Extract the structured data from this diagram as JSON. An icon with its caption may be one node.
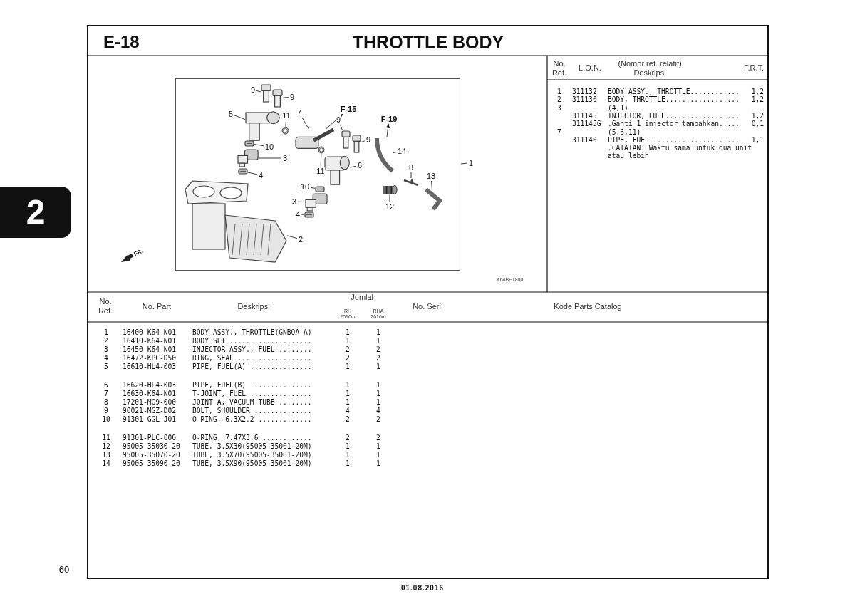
{
  "diagram": {
    "title": "THROTTLE BODY",
    "nodes": [
      {
        "text": [],
        "shape": "box"
      },
      {
        "text": [
          "9"
        ],
        "in": 0
      },
      {
        "text": [
          "9"
        ],
        "in": 0
      },
      {
        "text": [
          "5"
        ],
        "in": 0
      },
      {
        "text": [
          "11"
        ],
        "in": 0
      },
      {
        "text": [
          "7"
        ],
        "in": 0
      },
      {
        "text": [
          "10"
        ],
        "in": 0
      },
      {
        "text": [
          "3"
        ],
        "in": 0
      },
      {
        "text": [
          "4"
        ],
        "in": 0
      },
      {
        "text": [
          "F-15"
        ],
        "in": 0
      },
      {
        "text": [
          "F-19"
        ],
        "in": 0
      },
      {
        "text": [
          "9"
        ],
        "in": 0
      },
      {
        "text": [
          "9"
        ],
        "in": 0
      },
      {
        "text": [
          "14"
        ],
        "in": 0
      },
      {
        "text": [
          "11"
        ],
        "in": 0
      },
      {
        "text": [
          "6"
        ],
        "in": 0
      },
      {
        "text": [
          "8"
        ],
        "in": 0
      },
      {
        "text": [
          "13"
        ],
        "in": 0
      },
      {
        "text": [
          "1"
        ]
      },
      {
        "text": [
          "10"
        ],
        "in": 0
      },
      {
        "text": [
          "3"
        ],
        "in": 0
      },
      {
        "text": [
          "4"
        ],
        "in": 0
      },
      {
        "text": [
          "12"
        ],
        "in": 0
      },
      {
        "text": [
          "2"
        ],
        "in": 0
      },
      {
        "text": [],
        "shape": "picture",
        "in": 0
      },
      {
        "text": [],
        "shape": "picture",
        "in": 0
      },
      {
        "text": [],
        "shape": "picture",
        "in": 0
      },
      {
        "text": [],
        "shape": "picture",
        "in": 0
      },
      {
        "text": [],
        "shape": "picture",
        "in": 0
      },
      {
        "text": [],
        "shape": "picture",
        "in": 0
      },
      {
        "text": [],
        "shape": "picture",
        "in": 0
      },
      {
        "text": [],
        "shape": "picture",
        "in": 0
      },
      {
        "text": [],
        "shape": "picture",
        "in": 0
      },
      {
        "text": [],
        "shape": "picture",
        "in": 0
      },
      {
        "text": [],
        "shape": "picture",
        "in": 0
      },
      {
        "text": [],
        "shape": "picture",
        "in": 0
      },
      {
        "text": [],
        "shape": "picture",
        "in": 0
      },
      {
        "text": [],
        "shape": "picture",
        "in": 0
      },
      {
        "text": [],
        "shape": "picture",
        "in": 0
      },
      {
        "text": [],
        "shape": "picture",
        "in": 0
      },
      {
        "text": [],
        "shape": "picture",
        "in": 0
      },
      {
        "text": [],
        "shape": "picture",
        "in": 0
      },
      {
        "text": [],
        "shape": "picture",
        "in": 0
      },
      {
        "text": [],
        "shape": "picture",
        "in": 0
      }
    ],
    "edges": [
      {
        "from": 1,
        "to": 24,
        "arrow": "none"
      },
      {
        "from": 2,
        "to": 25,
        "arrow": "none"
      },
      {
        "from": 3,
        "to": 26,
        "arrow": "none"
      },
      {
        "from": 4,
        "to": 27,
        "arrow": "none"
      },
      {
        "from": 5,
        "to": 28,
        "arrow": "none"
      },
      {
        "from": 6,
        "to": 38,
        "arrow": "none"
      },
      {
        "from": 7,
        "to": 37,
        "arrow": "none"
      },
      {
        "from": 8,
        "to": 39,
        "arrow": "none"
      },
      {
        "from": 28,
        "to": 9,
        "arrow": "to"
      },
      {
        "from": 33,
        "to": 10,
        "arrow": "to"
      },
      {
        "from": 11,
        "to": 29,
        "arrow": "none"
      },
      {
        "from": 12,
        "to": 30,
        "arrow": "none"
      },
      {
        "from": 13,
        "to": 33,
        "arrow": "none"
      },
      {
        "from": 14,
        "to": 32,
        "arrow": "none"
      },
      {
        "from": 15,
        "to": 31,
        "arrow": "none"
      },
      {
        "from": 16,
        "to": 34,
        "arrow": "none"
      },
      {
        "from": 17,
        "to": 35,
        "arrow": "none"
      },
      {
        "from": 18,
        "to": 0,
        "arrow": "none"
      },
      {
        "from": 19,
        "to": 41,
        "arrow": "none"
      },
      {
        "from": 20,
        "to": 40,
        "arrow": "none"
      },
      {
        "from": 21,
        "to": 42,
        "arrow": "none"
      },
      {
        "from": 22,
        "to": 36,
        "arrow": "none"
      },
      {
        "from": 23,
        "to": 43,
        "arrow": "none"
      }
    ],
    "labels": [
      "E-18",
      "2",
      "FR.",
      "K64BE1800",
      "No. Ref.",
      "L.O.N.",
      "(Nomor ref. relatif) Deskripsi",
      "F.R.T.",
      "1",
      "311132",
      "BODY ASSY., THROTTLE............",
      "1,2",
      "2",
      "311130",
      "BODY, THROTTLE..................",
      "1,2",
      "3",
      "(4,1)",
      "311145",
      "INJECTOR, FUEL..................",
      "1,2",
      "311145G",
      ".Ganti 1 injector tambahkan.....",
      "0,1",
      "7",
      "(5,6,11)",
      "311140",
      "PIPE, FUEL......................",
      "1,1",
      ".CATATAN: Waktu sama untuk dua unit atau lebih",
      "No. Ref.",
      "No. Part",
      "Deskripsi",
      "Jumlah",
      "RH 2016m",
      "RHA 2016m",
      "No. Seri",
      "Kode Parts Catalog",
      "1",
      "16400-K64-N01",
      "BODY ASSY., THROTTLE(GNBOA A)",
      "1",
      "1",
      "2",
      "16410-K64-N01",
      "BODY SET ....................",
      "1",
      "1",
      "3",
      "16450-K64-N01",
      "INJECTOR ASSY., FUEL ........",
      "2",
      "2",
      "4",
      "16472-KPC-D50",
      "RING, SEAL ..................",
      "2",
      "2",
      "5",
      "16610-HL4-003",
      "PIPE, FUEL(A) ...............",
      "1",
      "1",
      "6",
      "16620-HL4-003",
      "PIPE, FUEL(B) ...............",
      "1",
      "1",
      "7",
      "16630-K64-N01",
      "T-JOINT, FUEL ...............",
      "1",
      "1",
      "8",
      "17201-MG9-000",
      "JOINT A, VACUUM TUBE ........",
      "1",
      "1",
      "9",
      "90021-MGZ-D02",
      "BOLT, SHOULDER ..............",
      "4",
      "4",
      "10",
      "91301-GGL-J01",
      "O-RING, 6.3X2.2 .............",
      "2",
      "2",
      "11",
      "91301-PLC-000",
      "O-RING, 7.47X3.6 ............",
      "2",
      "2",
      "12",
      "95005-35030-20",
      "TUBE, 3.5X30(95005-35001-20M)",
      "1",
      "1",
      "13",
      "95005-35070-20",
      "TUBE, 3.5X70(95005-35001-20M)",
      "1",
      "1",
      "14",
      "95005-35090-20",
      "TUBE, 3.5X90(95005-35001-20M)",
      "1",
      "1",
      "60",
      "01.08.2016"
    ]
  }
}
